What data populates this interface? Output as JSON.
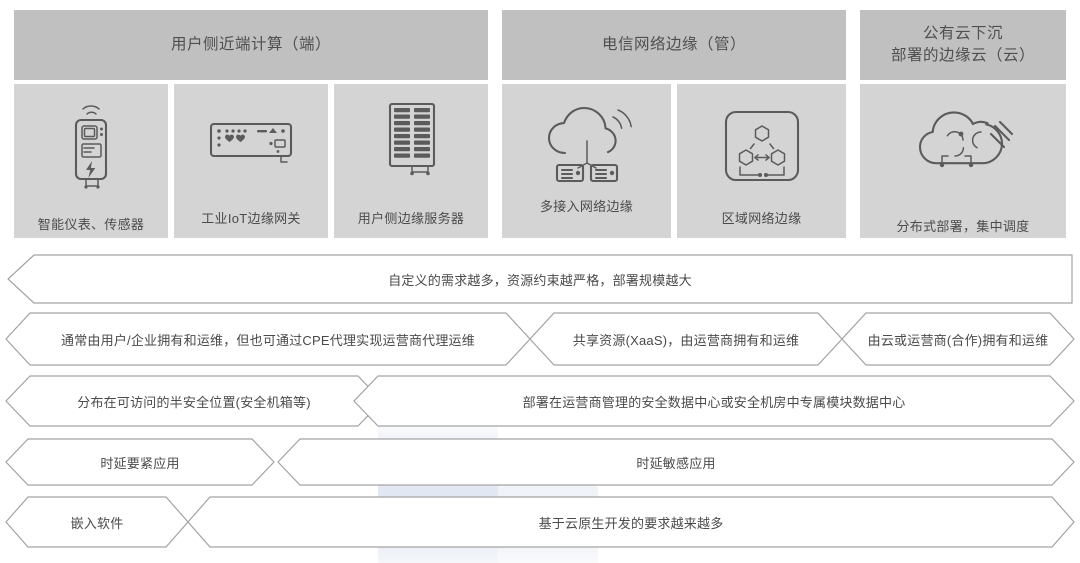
{
  "diagram": {
    "title_groups": [
      {
        "id": "edge-device",
        "heading": "用户侧近端计算（端）"
      },
      {
        "id": "telecom-edge",
        "heading": "电信网络边缘（管）"
      },
      {
        "id": "public-cloud-edge",
        "heading": "公有云下沉\n部署的边缘云（云）"
      }
    ],
    "groups": [
      {
        "name": "用户侧近端计算（端）",
        "cards": [
          {
            "icon": "smart-meter-icon",
            "caption": "智能仪表、传感器"
          },
          {
            "icon": "iot-gateway-icon",
            "caption": "工业IoT边缘网关"
          },
          {
            "icon": "server-rack-icon",
            "caption": "用户侧边缘服务器"
          }
        ]
      },
      {
        "name": "电信网络边缘（管）",
        "cards": [
          {
            "icon": "cloud-access-icon",
            "caption": "多接入网络边缘"
          },
          {
            "icon": "regional-network-icon",
            "caption": "区域网络边缘"
          }
        ]
      },
      {
        "name": "公有云下沉部署的边缘云（云）",
        "cards": [
          {
            "icon": "cloud-distributed-icon",
            "caption": "分布式部署，集中调度"
          }
        ]
      }
    ],
    "bands": [
      {
        "id": "band-scale",
        "arrows": [
          {
            "id": "scale-arrow",
            "label": "自定义的需求越多，资源约束越严格，部署规模越大",
            "heads": "left",
            "align": "center"
          }
        ]
      },
      {
        "id": "band-ownership",
        "arrows": [
          {
            "id": "ownership-user",
            "label": "通常由用户/企业拥有和运维，但也可通过CPE代理实现运营商代理运维",
            "heads": "both",
            "align": "center"
          },
          {
            "id": "ownership-operator",
            "label": "共享资源(XaaS)，由运营商拥有和运维",
            "heads": "both",
            "align": "center"
          },
          {
            "id": "ownership-cloud",
            "label": "由云或运营商(合作)拥有和运维",
            "heads": "both",
            "align": "center"
          }
        ]
      },
      {
        "id": "band-location",
        "arrows": [
          {
            "id": "location-semisecure",
            "label": "分布在可访问的半安全位置(安全机箱等)",
            "heads": "both",
            "align": "center"
          },
          {
            "id": "location-datacenter",
            "label": "部署在运营商管理的安全数据中心或安全机房中专属模块数据中心",
            "heads": "both",
            "align": "center"
          }
        ]
      },
      {
        "id": "band-latency",
        "arrows": [
          {
            "id": "latency-critical",
            "label": "时延要紧应用",
            "heads": "both",
            "align": "center"
          },
          {
            "id": "latency-sensitive",
            "label": "时延敏感应用",
            "heads": "both",
            "align": "center"
          }
        ]
      },
      {
        "id": "band-software",
        "arrows": [
          {
            "id": "software-embedded",
            "label": "嵌入软件",
            "heads": "both",
            "align": "center"
          },
          {
            "id": "software-cloudnative",
            "label": "基于云原生开发的要求越来越多",
            "heads": "both",
            "align": "center"
          }
        ]
      }
    ],
    "colors": {
      "heading_bg": "#c0c0c0",
      "card_bg": "#d4d4d4",
      "text": "#4a4a4a",
      "arrow_stroke": "#9a9a9a",
      "arrow_fill": "#ffffff",
      "page_bg": "#ffffff"
    }
  }
}
